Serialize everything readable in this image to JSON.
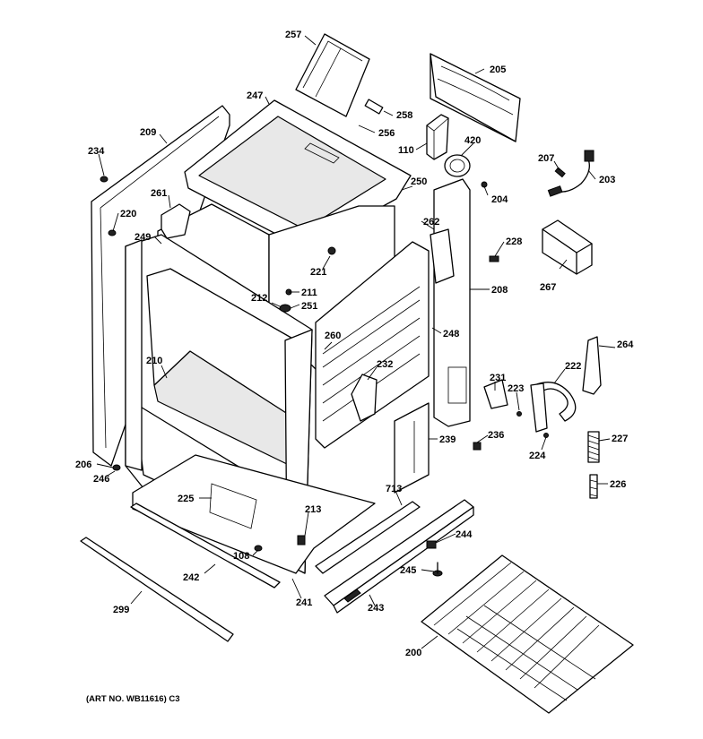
{
  "art_number": "(ART NO. WB11616) C3",
  "callouts": [
    "257",
    "205",
    "247",
    "258",
    "256",
    "110",
    "420",
    "234",
    "209",
    "207",
    "203",
    "250",
    "204",
    "261",
    "220",
    "262",
    "228",
    "249",
    "221",
    "211",
    "251",
    "212",
    "208",
    "267",
    "260",
    "248",
    "264",
    "232",
    "210",
    "231",
    "222",
    "223",
    "227",
    "239",
    "236",
    "224",
    "206",
    "246",
    "225",
    "713",
    "213",
    "244",
    "226",
    "108",
    "245",
    "242",
    "241",
    "243",
    "299",
    "200"
  ]
}
